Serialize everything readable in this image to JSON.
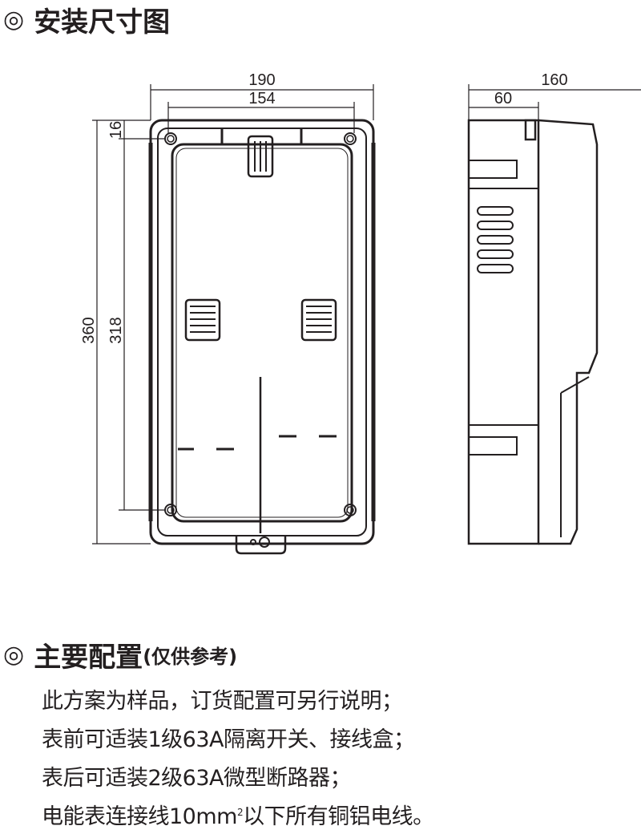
{
  "section1": {
    "mark": "◎",
    "title": "安装尺寸图"
  },
  "dimensions": {
    "front_width_outer": "190",
    "front_width_inner": "154",
    "front_height_outer": "360",
    "front_height_inner": "318",
    "front_top_offset": "16",
    "side_depth_total": "160",
    "side_depth_part": "60"
  },
  "section2": {
    "mark": "◎",
    "title": "主要配置",
    "note": "(仅供参考)"
  },
  "config_lines": [
    "此方案为样品，订货配置可另行说明；",
    "表前可适装1级63A隔离开关、接线盒；",
    "表后可适装2级63A微型断路器；"
  ],
  "last_line": {
    "prefix": "电能表连接线10mm",
    "sup": "2",
    "suffix": "以下所有铜铝电线。"
  },
  "colors": {
    "ink": "#231f20",
    "background": "#ffffff"
  }
}
